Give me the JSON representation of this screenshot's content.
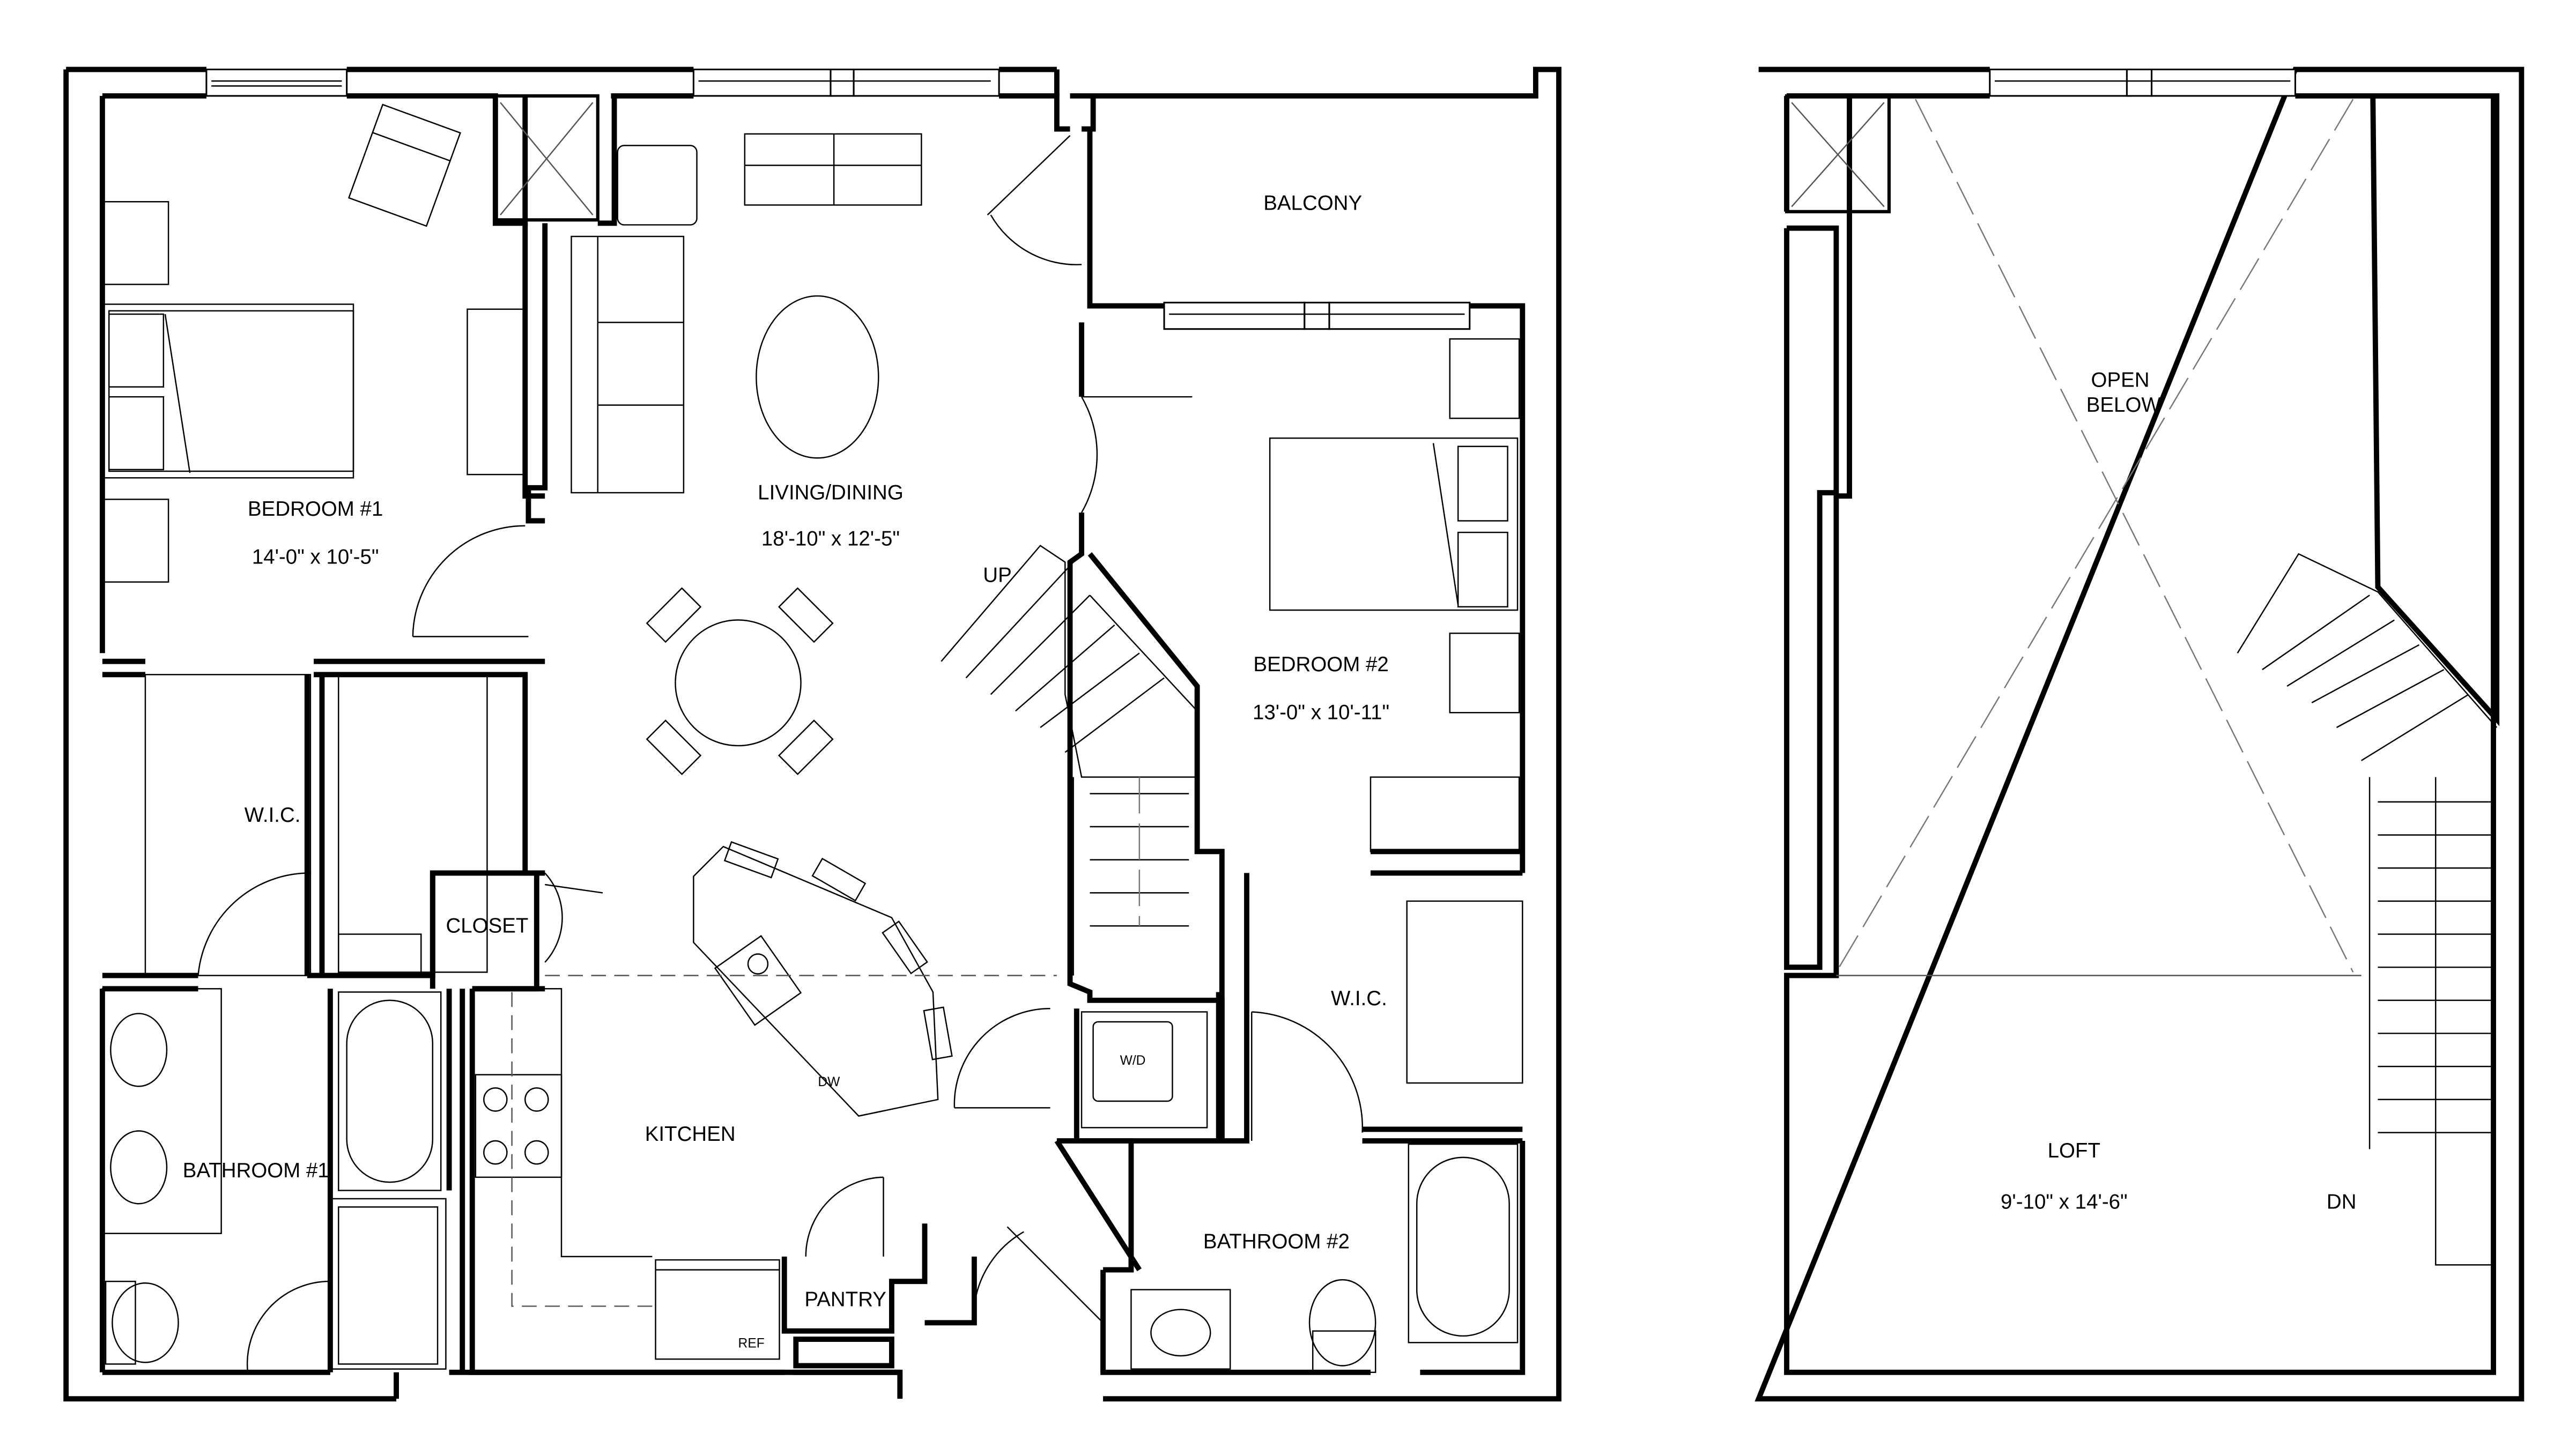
{
  "floor_plan": {
    "main_level": {
      "rooms": {
        "bedroom_1": {
          "name": "BEDROOM #1",
          "dimensions": "14'-0\" x 10'-5\""
        },
        "living_dining": {
          "name": "LIVING/DINING",
          "dimensions": "18'-10\" x 12'-5\""
        },
        "balcony": {
          "name": "BALCONY"
        },
        "bedroom_2": {
          "name": "BEDROOM #2",
          "dimensions": "13'-0\" x 10'-11\""
        },
        "wic_1": {
          "name": "W.I.C."
        },
        "wic_2": {
          "name": "W.I.C."
        },
        "closet": {
          "name": "CLOSET"
        },
        "kitchen": {
          "name": "KITCHEN"
        },
        "pantry": {
          "name": "PANTRY"
        },
        "bathroom_1": {
          "name": "BATHROOM #1"
        },
        "bathroom_2": {
          "name": "BATHROOM #2"
        }
      },
      "fixtures": {
        "dishwasher": "DW",
        "refrigerator": "REF",
        "washer_dryer": "W/D"
      },
      "stair_label": "UP"
    },
    "loft_level": {
      "rooms": {
        "open_below": {
          "line1": "OPEN",
          "line2": "BELOW"
        },
        "loft": {
          "name": "LOFT",
          "dimensions": "9'-10\" x 14'-6\""
        }
      },
      "stair_label": "DN"
    }
  }
}
